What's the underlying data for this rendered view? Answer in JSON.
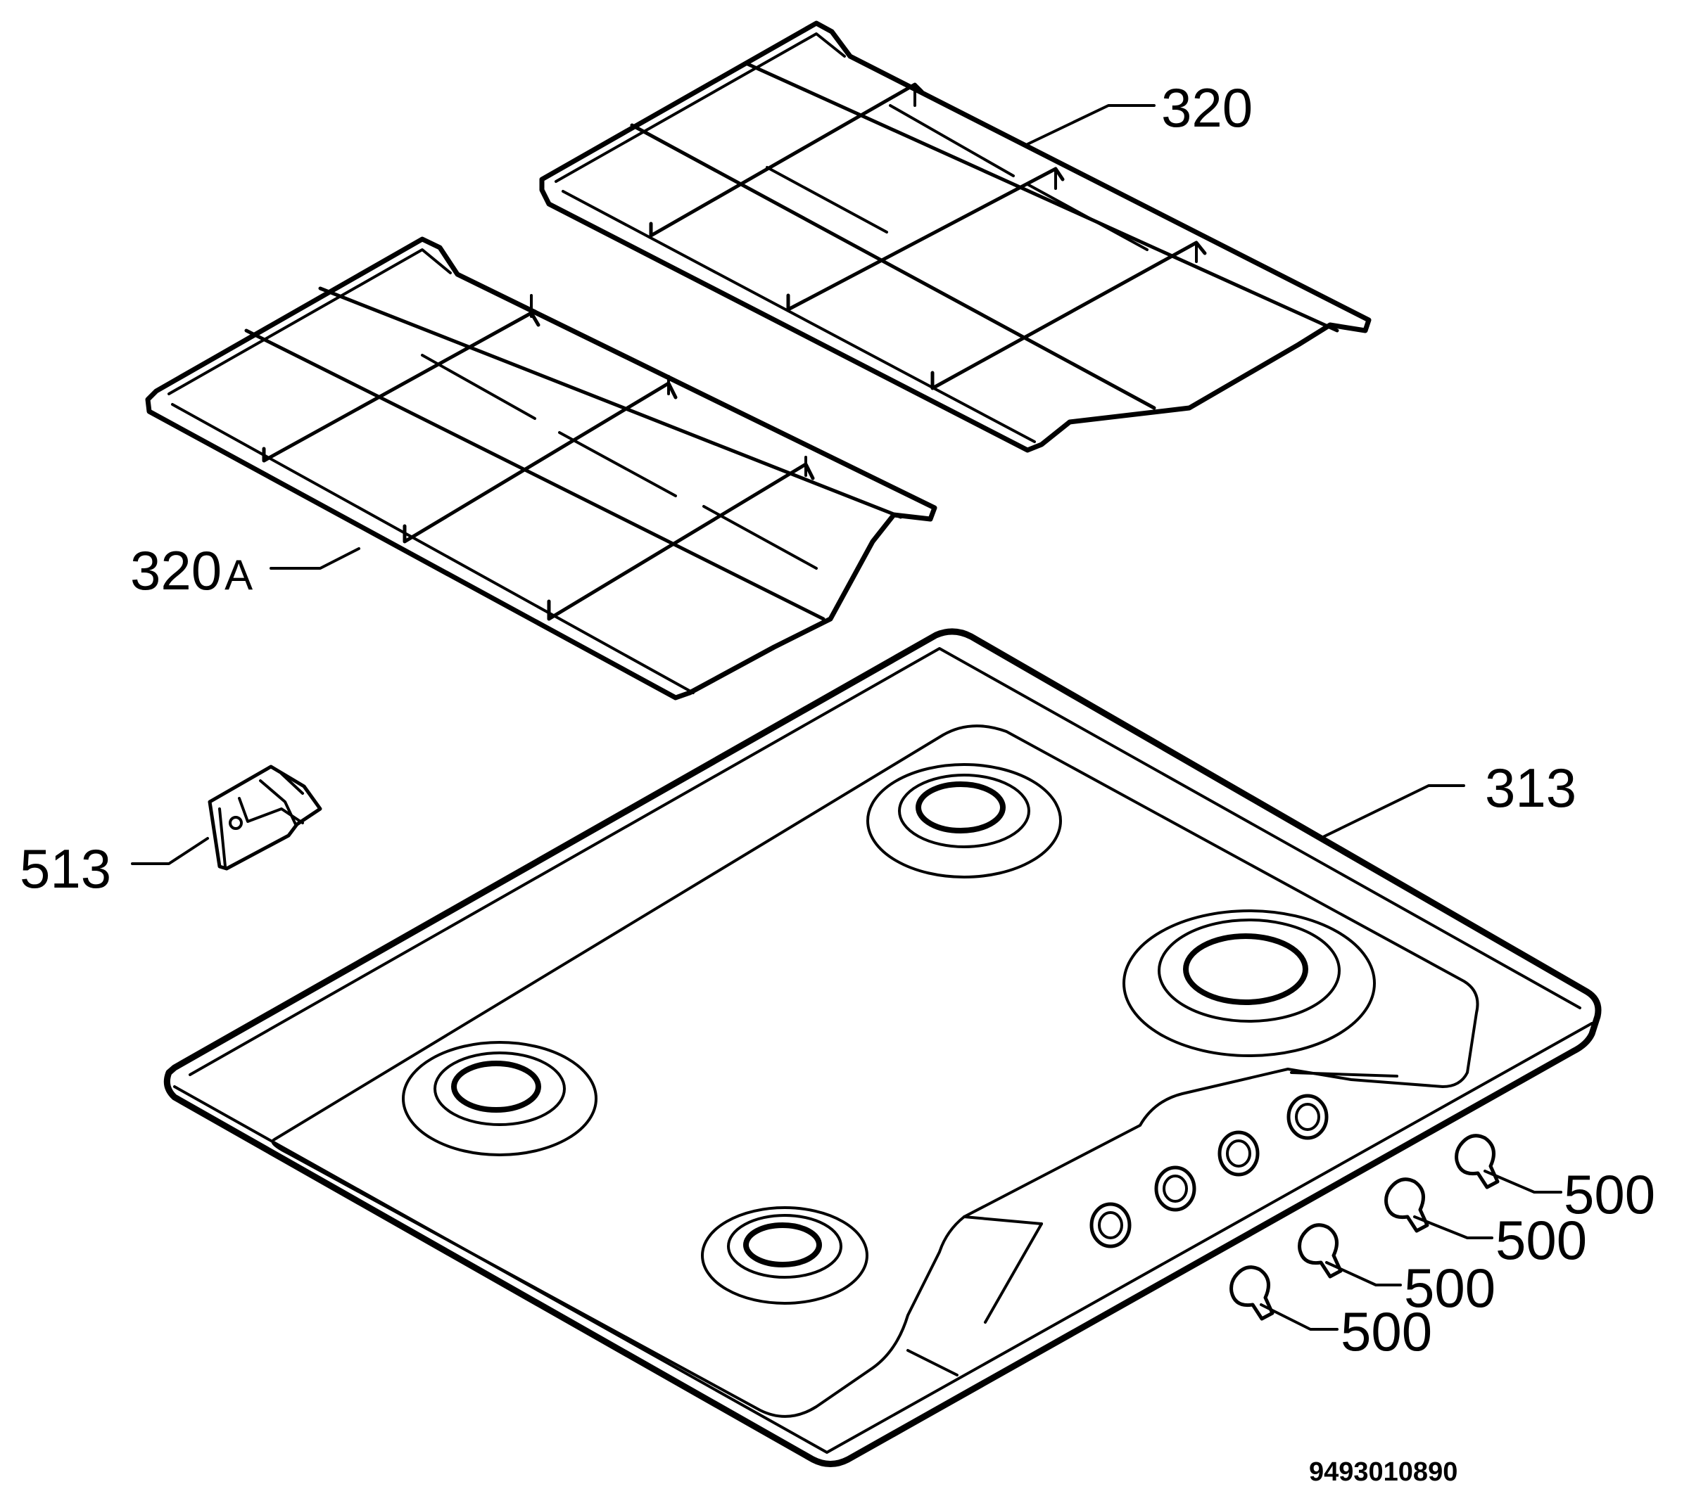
{
  "labels": {
    "grid_right": "320",
    "grid_left": "320",
    "grid_left_suffix": "A",
    "clip": "513",
    "hob": "313",
    "knob_1": "500",
    "knob_2": "500",
    "knob_3": "500",
    "knob_4": "500"
  },
  "document_number": "9493010890"
}
